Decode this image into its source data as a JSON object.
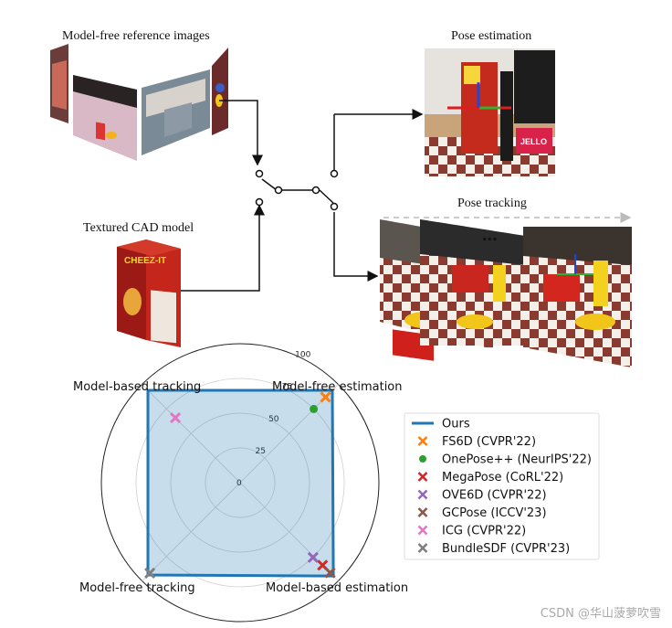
{
  "top": {
    "ref_images_label": "Model-free reference images",
    "cad_label": "Textured CAD model",
    "pose_estimation_label": "Pose estimation",
    "pose_tracking_label": "Pose tracking",
    "cad_box_text": "CHEEZ-IT",
    "jello_text": "JELLO",
    "ellipsis": "..."
  },
  "radar": {
    "axes": [
      "Model-based tracking",
      "Model-free estimation",
      "Model-based estimation",
      "Model-free tracking"
    ],
    "ticks": [
      "0",
      "25",
      "50",
      "75",
      "100"
    ],
    "legend": [
      {
        "name": "Ours",
        "color": "#1f77b4",
        "marker": "line"
      },
      {
        "name": "FS6D (CVPR'22)",
        "color": "#ff7f0e",
        "marker": "x"
      },
      {
        "name": "OnePose++ (NeurIPS'22)",
        "color": "#2ca02c",
        "marker": "dot"
      },
      {
        "name": "MegaPose (CoRL'22)",
        "color": "#d62728",
        "marker": "x"
      },
      {
        "name": "OVE6D (CVPR'22)",
        "color": "#9467bd",
        "marker": "x"
      },
      {
        "name": "GCPose (ICCV'23)",
        "color": "#8c564b",
        "marker": "x"
      },
      {
        "name": "ICG (CVPR'22)",
        "color": "#e377c2",
        "marker": "x"
      },
      {
        "name": "BundleSDF (CVPR'23)",
        "color": "#7f7f7f",
        "marker": "x"
      }
    ]
  },
  "chart_data": {
    "type": "radar",
    "axes": [
      "Model-free estimation",
      "Model-based tracking",
      "Model-free tracking",
      "Model-based estimation"
    ],
    "rlim": [
      0,
      100
    ],
    "rticks": [
      0,
      25,
      50,
      75,
      100
    ],
    "series": [
      {
        "name": "Ours",
        "values": [
          94,
          94,
          94,
          95
        ]
      },
      {
        "name": "FS6D (CVPR'22)",
        "values": [
          87,
          null,
          null,
          null
        ]
      },
      {
        "name": "OnePose++ (NeurIPS'22)",
        "values": [
          75,
          null,
          null,
          null
        ]
      },
      {
        "name": "MegaPose (CoRL'22)",
        "values": [
          null,
          null,
          null,
          84
        ]
      },
      {
        "name": "OVE6D (CVPR'22)",
        "values": [
          null,
          null,
          null,
          78
        ]
      },
      {
        "name": "GCPose (ICCV'23)",
        "values": [
          null,
          null,
          null,
          88
        ]
      },
      {
        "name": "ICG (CVPR'22)",
        "values": [
          null,
          66,
          null,
          null
        ]
      },
      {
        "name": "BundleSDF (CVPR'23)",
        "values": [
          null,
          null,
          92,
          null
        ]
      }
    ]
  },
  "watermark": "CSDN @华山菠萝吹雪"
}
